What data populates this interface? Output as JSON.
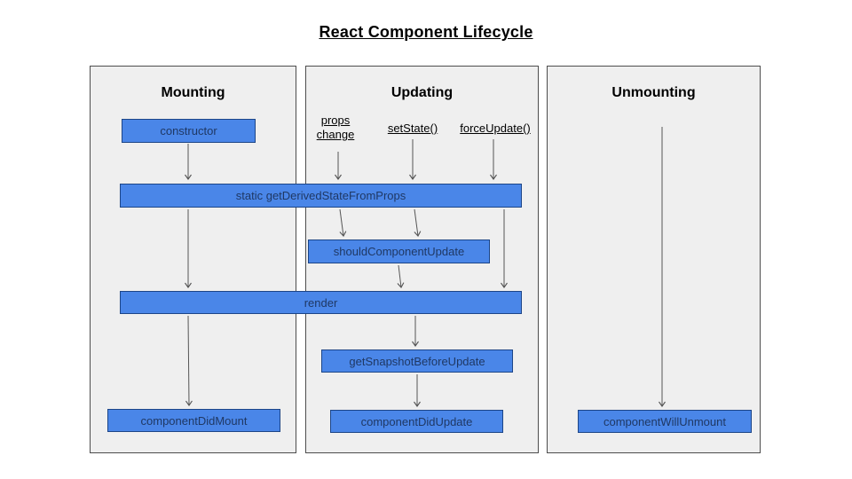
{
  "title": "React Component Lifecycle",
  "columns": [
    {
      "id": "mounting",
      "header": "Mounting"
    },
    {
      "id": "updating",
      "header": "Updating"
    },
    {
      "id": "unmounting",
      "header": "Unmounting"
    }
  ],
  "triggers": {
    "props_change": {
      "line1": "props",
      "line2": "change"
    },
    "set_state": "setState()",
    "force_update": "forceUpdate()"
  },
  "nodes": {
    "constructor_box": "constructor",
    "get_derived_state_from_props": "static getDerivedStateFromProps",
    "should_component_update": "shouldComponentUpdate",
    "render_box": "render",
    "get_snapshot_before_update": "getSnapshotBeforeUpdate",
    "component_did_mount": "componentDidMount",
    "component_did_update": "componentDidUpdate",
    "component_will_unmount": "componentWillUnmount"
  },
  "colors": {
    "node_fill": "#4a86e8",
    "node_border": "#1c4587",
    "node_text": "#1f3864",
    "panel_fill": "#efefef",
    "panel_border": "#4d4d4d",
    "arrow": "#555555"
  }
}
